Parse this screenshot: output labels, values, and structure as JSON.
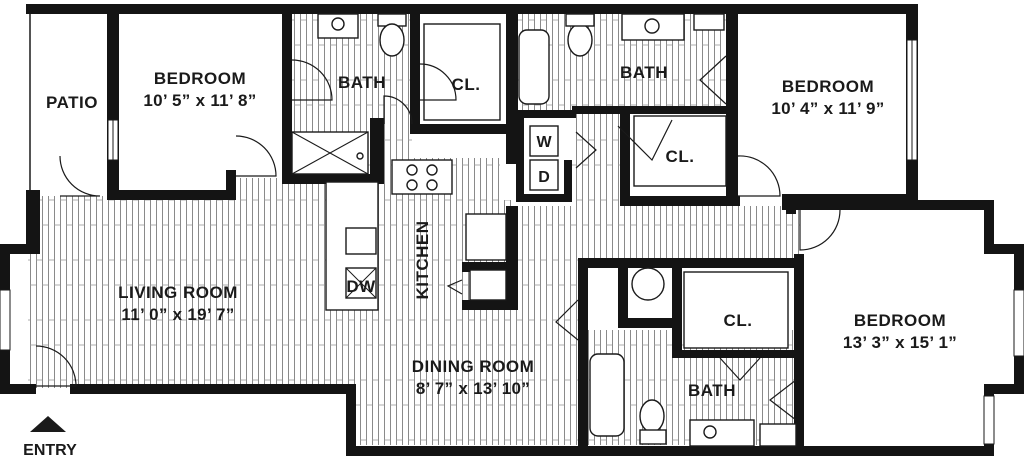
{
  "rooms": {
    "patio": {
      "name": "PATIO"
    },
    "bedroom_1": {
      "name": "BEDROOM",
      "dims": "10’ 5” x 11’ 8”"
    },
    "bath_1": {
      "name": "BATH"
    },
    "closet_1": {
      "name": "CL."
    },
    "bath_2": {
      "name": "BATH"
    },
    "bedroom_2": {
      "name": "BEDROOM",
      "dims": "10’ 4” x 11’ 9”"
    },
    "closet_2": {
      "name": "CL."
    },
    "washer": {
      "name": "W"
    },
    "dryer": {
      "name": "D"
    },
    "kitchen": {
      "name": "KITCHEN"
    },
    "dishwasher": {
      "name": "DW"
    },
    "living_room": {
      "name": "LIVING ROOM",
      "dims": "11’ 0” x 19’ 7”"
    },
    "dining_room": {
      "name": "DINING ROOM",
      "dims": "8’ 7” x 13’ 10”"
    },
    "closet_3": {
      "name": "CL."
    },
    "bath_3": {
      "name": "BATH"
    },
    "bedroom_3": {
      "name": "BEDROOM",
      "dims": "13’ 3” x 15’ 1”"
    }
  },
  "entry": {
    "label": "ENTRY"
  },
  "colors": {
    "wall": "#141414",
    "floor_lines": "#8a8a8a",
    "background": "#ffffff"
  }
}
